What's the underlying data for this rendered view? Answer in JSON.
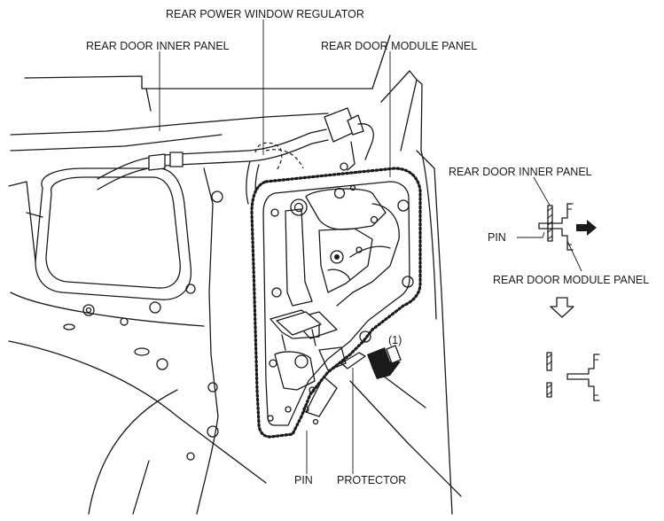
{
  "labels": {
    "rear_power_window_regulator": "REAR POWER WINDOW REGULATOR",
    "rear_door_inner_panel": "REAR DOOR INNER PANEL",
    "rear_door_module_panel": "REAR DOOR MODULE PANEL",
    "pin": "PIN",
    "protector": "PROTECTOR",
    "step_number": "(1)"
  },
  "detail": {
    "rear_door_inner_panel": "REAR DOOR INNER PANEL",
    "pin": "PIN",
    "rear_door_module_panel": "REAR DOOR MODULE PANEL"
  },
  "icons": [
    "pull-direction-arrow-icon",
    "removal-arrow-icon",
    "process-down-arrow-icon"
  ]
}
